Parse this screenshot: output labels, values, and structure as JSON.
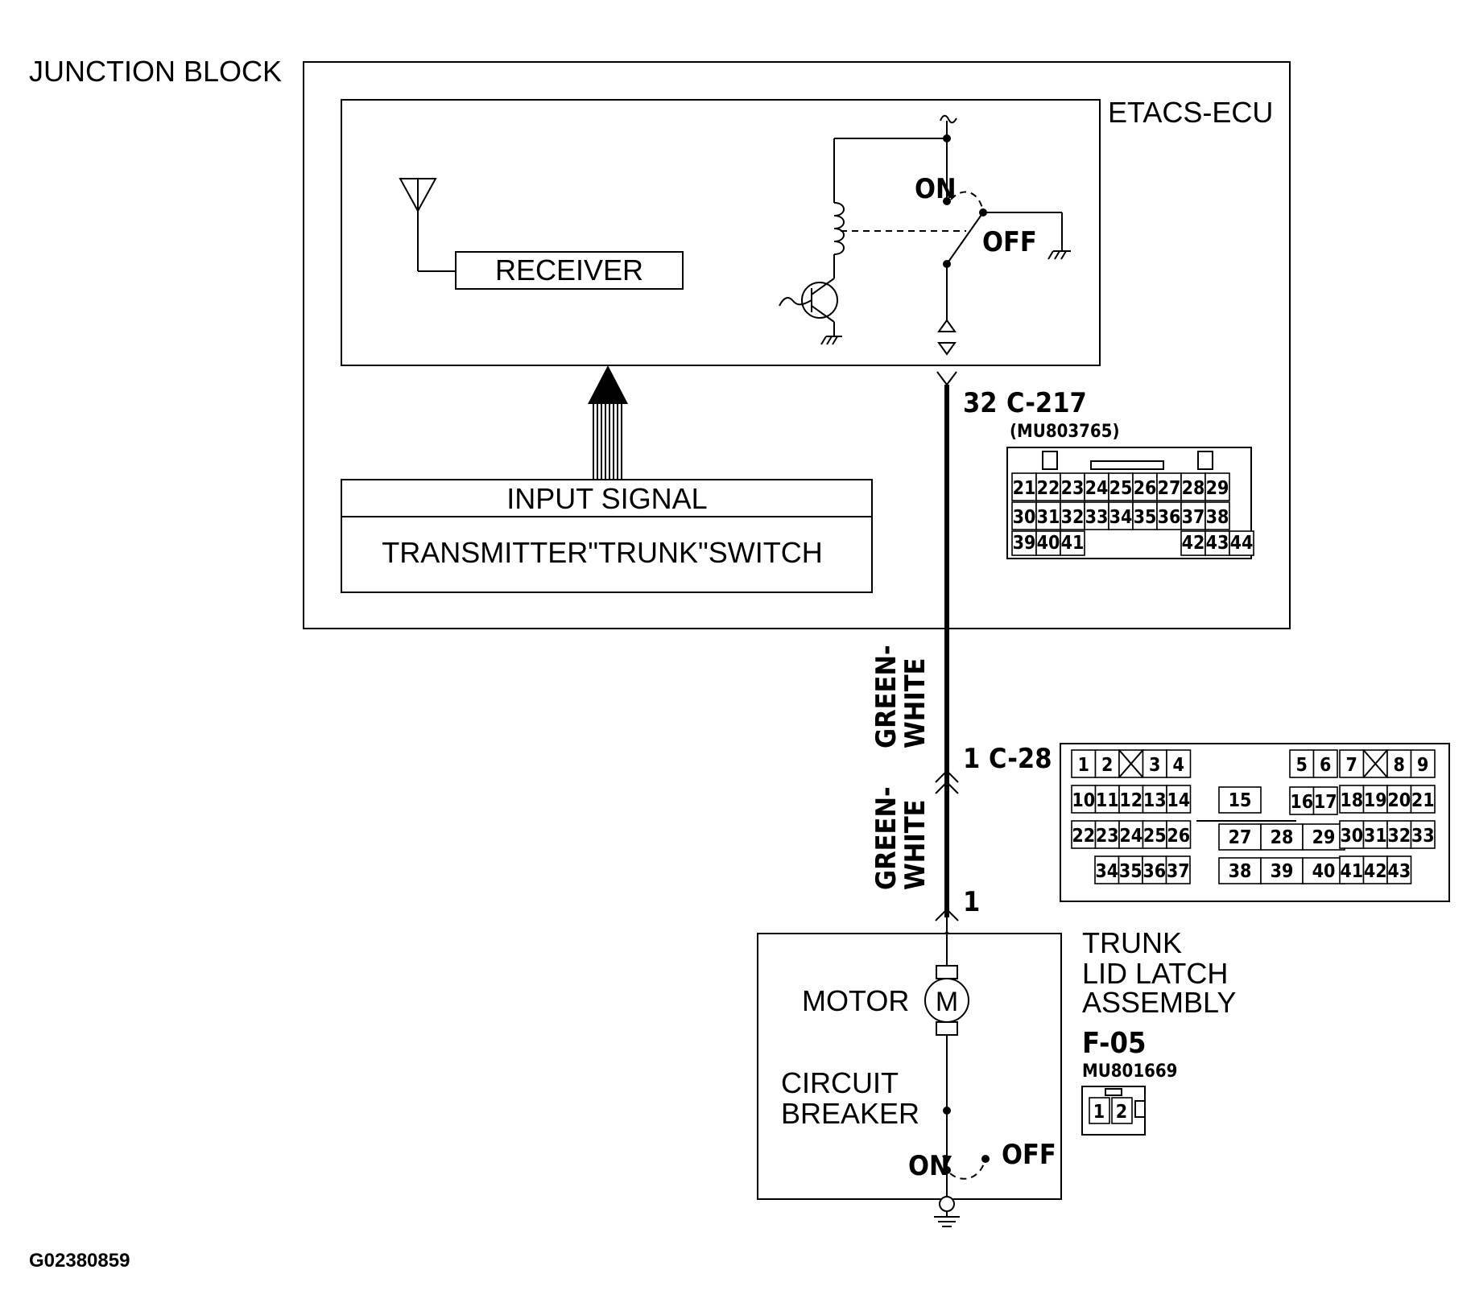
{
  "labels": {
    "junction_block": "JUNCTION BLOCK",
    "etacs_ecu": "ETACS-ECU",
    "receiver": "RECEIVER",
    "input_signal": "INPUT SIGNAL",
    "transmitter_switch": "TRANSMITTER\"TRUNK\"SWITCH",
    "relay_on": "ON",
    "relay_off": "OFF",
    "c217_pin": "32",
    "c217_name": "C-217",
    "c217_part": "(MU803765)",
    "wire_color_line1": "GREEN-",
    "wire_color_line2": "WHITE",
    "c28_pin": "1",
    "c28_name": "C-28",
    "f05_pin": "1",
    "trunk_line1": "TRUNK",
    "trunk_line2": "LID LATCH",
    "trunk_line3": "ASSEMBLY",
    "f05_name": "F-05",
    "f05_part": "MU801669",
    "motor": "MOTOR",
    "motor_symbol": "M",
    "breaker_line1": "CIRCUIT",
    "breaker_line2": "BREAKER",
    "breaker_on": "ON",
    "breaker_off": "OFF",
    "figure_id": "G02380859"
  },
  "connector_c217": {
    "row1": [
      "21",
      "22",
      "23",
      "24",
      "25",
      "26",
      "27",
      "28",
      "29"
    ],
    "row2": [
      "30",
      "31",
      "32",
      "33",
      "34",
      "35",
      "36",
      "37",
      "38"
    ],
    "row3_left": [
      "39",
      "40",
      "41"
    ],
    "row3_right": [
      "42",
      "43",
      "44"
    ]
  },
  "connector_c28": {
    "g1_row1": [
      "1",
      "2",
      "",
      "3",
      "4"
    ],
    "g1_row2": [
      "10",
      "11",
      "12",
      "13",
      "14"
    ],
    "g1_row3": [
      "22",
      "23",
      "24",
      "25",
      "26"
    ],
    "g1_row4": [
      "34",
      "35",
      "36",
      "37"
    ],
    "g2_row1": [
      "15"
    ],
    "g2_row2": [
      "27",
      "28",
      "29"
    ],
    "g2_row3": [
      "38",
      "39",
      "40"
    ],
    "g3_row1": [
      "5",
      "6"
    ],
    "g3_row2": [
      "16",
      "17"
    ],
    "g4_row1": [
      "7",
      "",
      "8",
      "9"
    ],
    "g4_row2": [
      "18",
      "19",
      "20",
      "21"
    ],
    "g4_row3": [
      "30",
      "31",
      "32",
      "33"
    ],
    "g4_row4": [
      "41",
      "42",
      "43"
    ]
  },
  "connector_f05": {
    "pins": [
      "1",
      "2"
    ]
  }
}
